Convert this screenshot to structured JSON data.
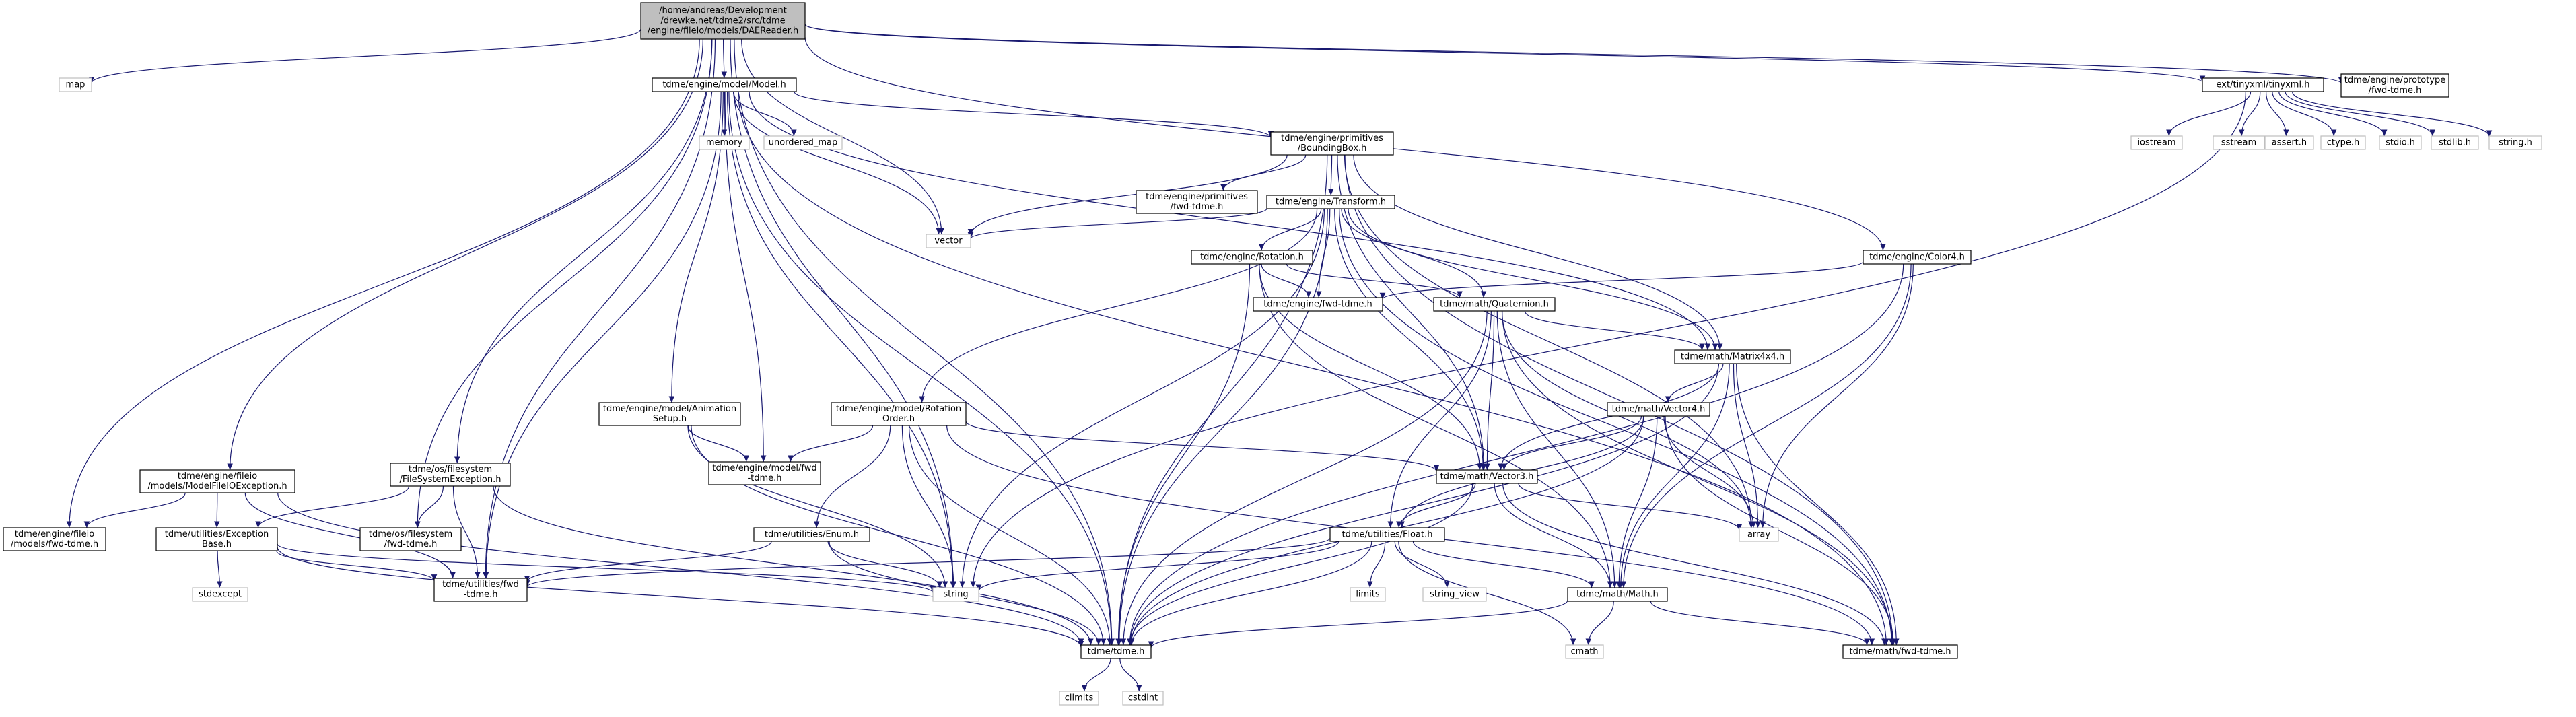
{
  "colors": {
    "edge": "#191970",
    "node_border": "#000000",
    "ghost_border": "#bfbfbf",
    "root_fill": "#bfbfbf",
    "node_fill": "#ffffff"
  },
  "nodes": [
    {
      "id": "root",
      "kind": "root",
      "lines": [
        "/home/andreas/Development",
        "/drewke.net/tdme2/src/tdme",
        "/engine/fileio/models/DAEReader.h"
      ]
    },
    {
      "id": "map",
      "kind": "ghost",
      "lines": [
        "map"
      ]
    },
    {
      "id": "model",
      "kind": "node",
      "lines": [
        "tdme/engine/model/Model.h"
      ]
    },
    {
      "id": "tinyxml",
      "kind": "node",
      "lines": [
        "ext/tinyxml/tinyxml.h"
      ]
    },
    {
      "id": "proto",
      "kind": "node",
      "lines": [
        "tdme/engine/prototype",
        "/fwd-tdme.h"
      ]
    },
    {
      "id": "memory",
      "kind": "ghost",
      "lines": [
        "memory"
      ]
    },
    {
      "id": "umap",
      "kind": "ghost",
      "lines": [
        "unordered_map"
      ]
    },
    {
      "id": "bbox",
      "kind": "node",
      "lines": [
        "tdme/engine/primitives",
        "/BoundingBox.h"
      ]
    },
    {
      "id": "iostream",
      "kind": "ghost",
      "lines": [
        "iostream"
      ]
    },
    {
      "id": "sstream",
      "kind": "ghost",
      "lines": [
        "sstream"
      ]
    },
    {
      "id": "asserth",
      "kind": "ghost",
      "lines": [
        "assert.h"
      ]
    },
    {
      "id": "ctypeh",
      "kind": "ghost",
      "lines": [
        "ctype.h"
      ]
    },
    {
      "id": "stdioh",
      "kind": "ghost",
      "lines": [
        "stdio.h"
      ]
    },
    {
      "id": "stdlibh",
      "kind": "ghost",
      "lines": [
        "stdlib.h"
      ]
    },
    {
      "id": "stringh",
      "kind": "ghost",
      "lines": [
        "string.h"
      ]
    },
    {
      "id": "primfwd",
      "kind": "node",
      "lines": [
        "tdme/engine/primitives",
        "/fwd-tdme.h"
      ]
    },
    {
      "id": "transform",
      "kind": "node",
      "lines": [
        "tdme/engine/Transform.h"
      ]
    },
    {
      "id": "vector",
      "kind": "ghost",
      "lines": [
        "vector"
      ]
    },
    {
      "id": "rotation",
      "kind": "node",
      "lines": [
        "tdme/engine/Rotation.h"
      ]
    },
    {
      "id": "color4",
      "kind": "node",
      "lines": [
        "tdme/engine/Color4.h"
      ]
    },
    {
      "id": "enginefwd",
      "kind": "node",
      "lines": [
        "tdme/engine/fwd-tdme.h"
      ]
    },
    {
      "id": "quat",
      "kind": "node",
      "lines": [
        "tdme/math/Quaternion.h"
      ]
    },
    {
      "id": "matrix",
      "kind": "node",
      "lines": [
        "tdme/math/Matrix4x4.h"
      ]
    },
    {
      "id": "animsetup",
      "kind": "node",
      "lines": [
        "tdme/engine/model/Animation",
        "Setup.h"
      ]
    },
    {
      "id": "rotorder",
      "kind": "node",
      "lines": [
        "tdme/engine/model/Rotation",
        "Order.h"
      ]
    },
    {
      "id": "vec4",
      "kind": "node",
      "lines": [
        "tdme/math/Vector4.h"
      ]
    },
    {
      "id": "modelfileio",
      "kind": "node",
      "lines": [
        "tdme/engine/fileio",
        "/models/ModelFileIOException.h"
      ]
    },
    {
      "id": "fsexc",
      "kind": "node",
      "lines": [
        "tdme/os/filesystem",
        "/FileSystemException.h"
      ]
    },
    {
      "id": "modelfwd",
      "kind": "node",
      "lines": [
        "tdme/engine/model/fwd",
        "-tdme.h"
      ]
    },
    {
      "id": "vec3",
      "kind": "node",
      "lines": [
        "tdme/math/Vector3.h"
      ]
    },
    {
      "id": "array",
      "kind": "ghost",
      "lines": [
        "array"
      ]
    },
    {
      "id": "fileiofwd",
      "kind": "node",
      "lines": [
        "tdme/engine/fileio",
        "/models/fwd-tdme.h"
      ]
    },
    {
      "id": "excbase",
      "kind": "node",
      "lines": [
        "tdme/utilities/Exception",
        "Base.h"
      ]
    },
    {
      "id": "osfsfwd",
      "kind": "node",
      "lines": [
        "tdme/os/filesystem",
        "/fwd-tdme.h"
      ]
    },
    {
      "id": "enumh",
      "kind": "node",
      "lines": [
        "tdme/utilities/Enum.h"
      ]
    },
    {
      "id": "floath",
      "kind": "node",
      "lines": [
        "tdme/utilities/Float.h"
      ]
    },
    {
      "id": "stdexcept",
      "kind": "ghost",
      "lines": [
        "stdexcept"
      ]
    },
    {
      "id": "utilfwd",
      "kind": "node",
      "lines": [
        "tdme/utilities/fwd",
        "-tdme.h"
      ]
    },
    {
      "id": "string",
      "kind": "ghost",
      "lines": [
        "string"
      ]
    },
    {
      "id": "limits",
      "kind": "ghost",
      "lines": [
        "limits"
      ]
    },
    {
      "id": "strview",
      "kind": "ghost",
      "lines": [
        "string_view"
      ]
    },
    {
      "id": "mathh",
      "kind": "node",
      "lines": [
        "tdme/math/Math.h"
      ]
    },
    {
      "id": "tdmeh",
      "kind": "node",
      "lines": [
        "tdme/tdme.h"
      ]
    },
    {
      "id": "mathfwd",
      "kind": "node",
      "lines": [
        "tdme/math/fwd-tdme.h"
      ]
    },
    {
      "id": "cmath",
      "kind": "ghost",
      "lines": [
        "cmath"
      ]
    },
    {
      "id": "climits",
      "kind": "ghost",
      "lines": [
        "climits"
      ]
    },
    {
      "id": "cstdint",
      "kind": "ghost",
      "lines": [
        "cstdint"
      ]
    }
  ],
  "edges": [
    [
      "root",
      "map"
    ],
    [
      "root",
      "model"
    ],
    [
      "root",
      "tinyxml"
    ],
    [
      "root",
      "proto"
    ],
    [
      "root",
      "color4"
    ],
    [
      "root",
      "vector"
    ],
    [
      "root",
      "string"
    ],
    [
      "root",
      "tdmeh"
    ],
    [
      "root",
      "modelfileio"
    ],
    [
      "root",
      "fsexc"
    ],
    [
      "root",
      "fileiofwd"
    ],
    [
      "root",
      "osfsfwd"
    ],
    [
      "root",
      "utilfwd"
    ],
    [
      "model",
      "memory"
    ],
    [
      "model",
      "umap"
    ],
    [
      "model",
      "bbox"
    ],
    [
      "model",
      "vector"
    ],
    [
      "model",
      "string"
    ],
    [
      "model",
      "tdmeh"
    ],
    [
      "model",
      "utilfwd"
    ],
    [
      "model",
      "modelfwd"
    ],
    [
      "model",
      "animsetup"
    ],
    [
      "model",
      "matrix"
    ],
    [
      "model",
      "mathfwd"
    ],
    [
      "tinyxml",
      "iostream"
    ],
    [
      "tinyxml",
      "sstream"
    ],
    [
      "tinyxml",
      "asserth"
    ],
    [
      "tinyxml",
      "ctypeh"
    ],
    [
      "tinyxml",
      "stdioh"
    ],
    [
      "tinyxml",
      "stdlibh"
    ],
    [
      "tinyxml",
      "stringh"
    ],
    [
      "tinyxml",
      "string"
    ],
    [
      "bbox",
      "primfwd"
    ],
    [
      "bbox",
      "transform"
    ],
    [
      "bbox",
      "vector"
    ],
    [
      "bbox",
      "vec3"
    ],
    [
      "bbox",
      "matrix"
    ],
    [
      "bbox",
      "array"
    ],
    [
      "bbox",
      "mathfwd"
    ],
    [
      "bbox",
      "tdmeh"
    ],
    [
      "transform",
      "vector"
    ],
    [
      "transform",
      "rotation"
    ],
    [
      "transform",
      "enginefwd"
    ],
    [
      "transform",
      "quat"
    ],
    [
      "transform",
      "matrix"
    ],
    [
      "transform",
      "vec3"
    ],
    [
      "transform",
      "rotorder"
    ],
    [
      "transform",
      "string"
    ],
    [
      "transform",
      "tdmeh"
    ],
    [
      "transform",
      "mathfwd"
    ],
    [
      "rotation",
      "enginefwd"
    ],
    [
      "rotation",
      "quat"
    ],
    [
      "rotation",
      "vec3"
    ],
    [
      "rotation",
      "tdmeh"
    ],
    [
      "rotation",
      "mathh"
    ],
    [
      "color4",
      "enginefwd"
    ],
    [
      "color4",
      "array"
    ],
    [
      "color4",
      "tdmeh"
    ],
    [
      "color4",
      "mathh"
    ],
    [
      "quat",
      "matrix"
    ],
    [
      "quat",
      "vec3"
    ],
    [
      "quat",
      "floath"
    ],
    [
      "quat",
      "mathh"
    ],
    [
      "quat",
      "array"
    ],
    [
      "quat",
      "tdmeh"
    ],
    [
      "quat",
      "mathfwd"
    ],
    [
      "matrix",
      "vec4"
    ],
    [
      "matrix",
      "vec3"
    ],
    [
      "matrix",
      "array"
    ],
    [
      "matrix",
      "mathh"
    ],
    [
      "matrix",
      "tdmeh"
    ],
    [
      "matrix",
      "mathfwd"
    ],
    [
      "animsetup",
      "modelfwd"
    ],
    [
      "animsetup",
      "string"
    ],
    [
      "animsetup",
      "tdmeh"
    ],
    [
      "rotorder",
      "modelfwd"
    ],
    [
      "rotorder",
      "vec3"
    ],
    [
      "rotorder",
      "enumh"
    ],
    [
      "rotorder",
      "string"
    ],
    [
      "rotorder",
      "tdmeh"
    ],
    [
      "rotorder",
      "mathfwd"
    ],
    [
      "vec4",
      "vec3"
    ],
    [
      "vec4",
      "floath"
    ],
    [
      "vec4",
      "mathh"
    ],
    [
      "vec4",
      "array"
    ],
    [
      "vec4",
      "tdmeh"
    ],
    [
      "vec4",
      "mathfwd"
    ],
    [
      "vec3",
      "floath"
    ],
    [
      "vec3",
      "mathh"
    ],
    [
      "vec3",
      "array"
    ],
    [
      "vec3",
      "tdmeh"
    ],
    [
      "vec3",
      "mathfwd"
    ],
    [
      "modelfileio",
      "fileiofwd"
    ],
    [
      "modelfileio",
      "excbase"
    ],
    [
      "modelfileio",
      "utilfwd"
    ],
    [
      "modelfileio",
      "tdmeh"
    ],
    [
      "fsexc",
      "osfsfwd"
    ],
    [
      "fsexc",
      "excbase"
    ],
    [
      "fsexc",
      "utilfwd"
    ],
    [
      "fsexc",
      "tdmeh"
    ],
    [
      "excbase",
      "stdexcept"
    ],
    [
      "excbase",
      "string"
    ],
    [
      "excbase",
      "utilfwd"
    ],
    [
      "excbase",
      "tdmeh"
    ],
    [
      "enumh",
      "string"
    ],
    [
      "enumh",
      "tdmeh"
    ],
    [
      "enumh",
      "utilfwd"
    ],
    [
      "floath",
      "limits"
    ],
    [
      "floath",
      "strview"
    ],
    [
      "floath",
      "cmath"
    ],
    [
      "floath",
      "string"
    ],
    [
      "floath",
      "mathh"
    ],
    [
      "floath",
      "tdmeh"
    ],
    [
      "floath",
      "utilfwd"
    ],
    [
      "mathh",
      "cmath"
    ],
    [
      "mathh",
      "tdmeh"
    ],
    [
      "mathh",
      "mathfwd"
    ],
    [
      "tdmeh",
      "climits"
    ],
    [
      "tdmeh",
      "cstdint"
    ]
  ]
}
